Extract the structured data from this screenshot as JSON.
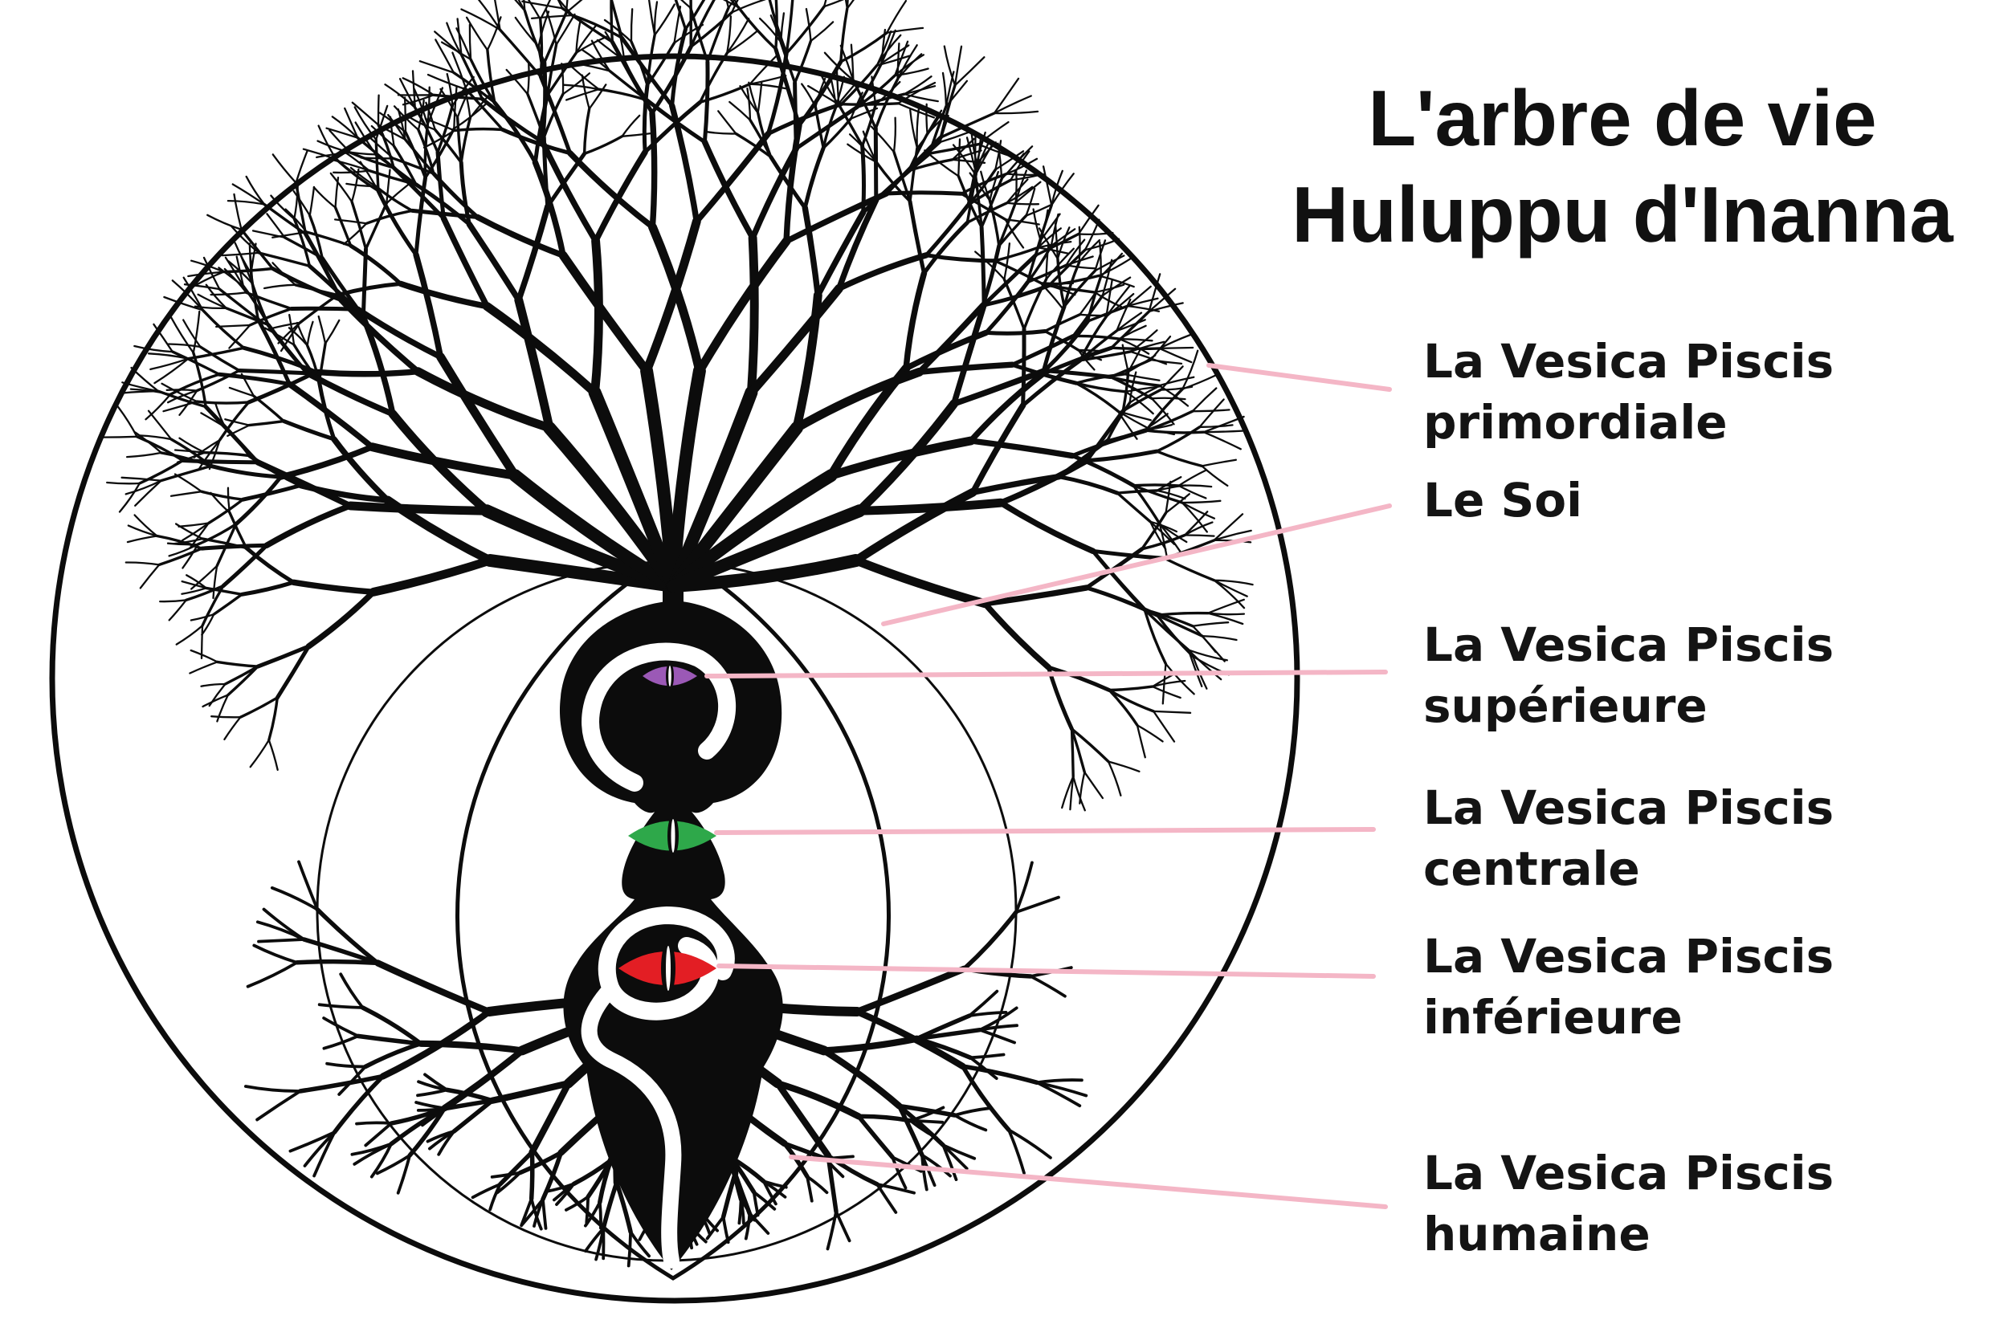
{
  "title": {
    "line1": "L'arbre de vie",
    "line2": "Huluppu d'Inanna"
  },
  "labels": [
    {
      "id": "primordiale",
      "line1": "La Vesica Piscis",
      "line2": "primordiale"
    },
    {
      "id": "soi",
      "line1": "Le Soi",
      "line2": ""
    },
    {
      "id": "superieure",
      "line1": "La Vesica Piscis",
      "line2": "supérieure"
    },
    {
      "id": "centrale",
      "line1": "La Vesica Piscis",
      "line2": "centrale"
    },
    {
      "id": "inferieure",
      "line1": "La Vesica Piscis",
      "line2": "inférieure"
    },
    {
      "id": "humaine",
      "line1": "La Vesica Piscis",
      "line2": "humaine"
    }
  ],
  "colors": {
    "leader_line": "#f4b6c6",
    "ink": "#0c0c0c",
    "eye_top": "#9b59b6",
    "eye_middle": "#2ea84a",
    "eye_bottom": "#e31e24"
  }
}
